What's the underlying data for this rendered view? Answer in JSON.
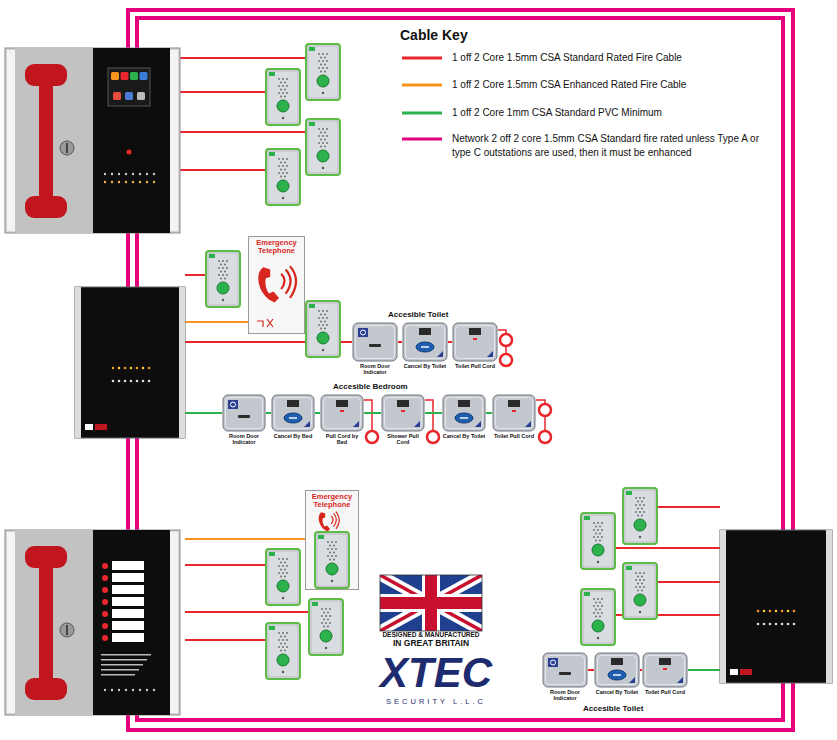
{
  "diagram": {
    "nodes": [
      {
        "text": [
          "Emergency Telephone"
        ]
      },
      {
        "text": [
          "Room Door Indicator"
        ]
      },
      {
        "text": [
          "Cancel By Toilet"
        ]
      },
      {
        "text": [
          "Toilet Pull Cord"
        ]
      },
      {
        "text": [
          "Room Door Indicator"
        ]
      },
      {
        "text": [
          "Cancel By Bed"
        ]
      },
      {
        "text": [
          "Pull Cord by Bed"
        ]
      },
      {
        "text": [
          "Shower Pull Cord"
        ]
      },
      {
        "text": [
          "Cancel By Toilet"
        ]
      },
      {
        "text": [
          "Toilet Pull Cord"
        ]
      },
      {
        "text": [
          "Emergency Telephone"
        ]
      },
      {
        "text": [
          "Room Door Indicator"
        ]
      },
      {
        "text": [
          "Cancel By Toilet"
        ]
      },
      {
        "text": [
          "Toilet Pull Cord"
        ]
      }
    ],
    "edges": [
      {
        "from": 1,
        "to": 2,
        "arrow": "none"
      },
      {
        "from": 2,
        "to": 3,
        "arrow": "none"
      },
      {
        "from": 4,
        "to": 5,
        "arrow": "none"
      },
      {
        "from": 5,
        "to": 6,
        "arrow": "none"
      },
      {
        "from": 6,
        "to": 7,
        "arrow": "none"
      },
      {
        "from": 7,
        "to": 8,
        "arrow": "none"
      },
      {
        "from": 8,
        "to": 9,
        "arrow": "none"
      },
      {
        "from": 11,
        "to": 12,
        "arrow": "none"
      },
      {
        "from": 12,
        "to": 13,
        "arrow": "none"
      }
    ],
    "labels": [
      "Cable Key",
      "Accesible Toilet",
      "Accesible Bedroom",
      "DESIGNED & MANUFACTURED",
      "IN GREAT BRITAIN",
      "XTEC",
      "SECURITY L.L.C",
      "Accesible Toilet"
    ],
    "legend": [
      {
        "text": "1 off 2 Core 1.5mm CSA Standard Rated Fire Cable",
        "color": "#e8262b"
      },
      {
        "text": "1 off 2 Core 1.5mm CSA Enhanced Rated Fire Cable",
        "color": "#f7941d"
      },
      {
        "text": "1 off 2 Core 1mm CSA Standard PVC Minimum",
        "color": "#2bb24c"
      },
      {
        "text": "Network 2 off 2 core 1.5mm CSA Standard fire rated unless Type A or type C outstations are used, then it must be enhanced",
        "color": "#e6007e"
      }
    ]
  }
}
